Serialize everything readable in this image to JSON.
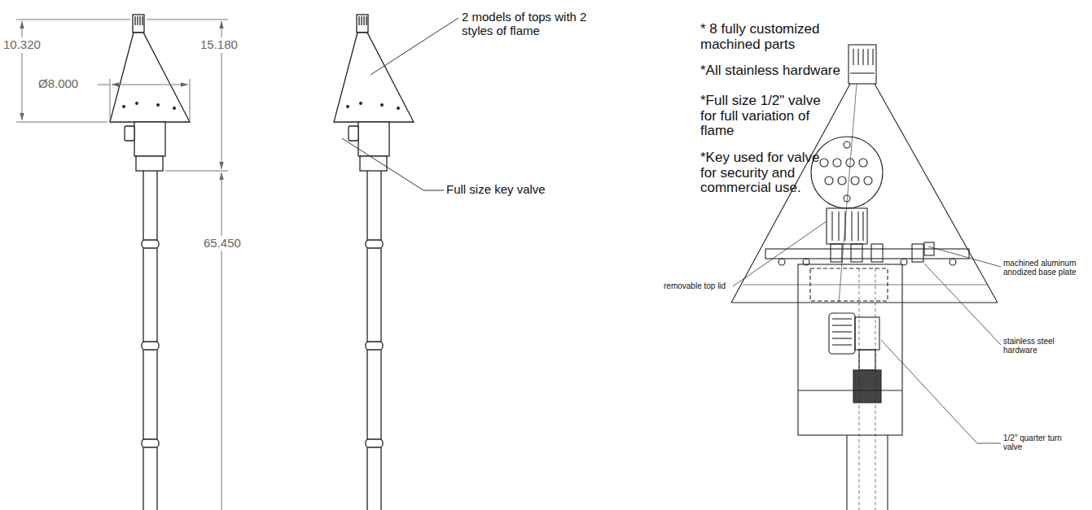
{
  "diagram": {
    "labels": [
      "10.320",
      "Ø8.000",
      "15.180",
      "65.450",
      "2 models of tops with 2 styles of flame",
      "Full size key valve",
      "* 8 fully customized machined parts",
      "*All stainless hardware",
      "*Full size 1/2\" valve for full variation of flame",
      "*Key used for valve for security and commercial use.",
      "machined aluminum anodized base plate",
      "removable top lid",
      "stainless steel hardware",
      "1/2\" quarter turn valve"
    ]
  }
}
